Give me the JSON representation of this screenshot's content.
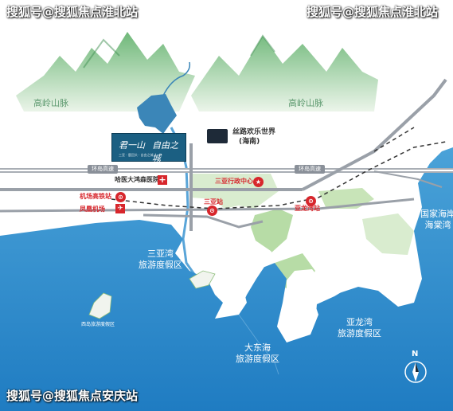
{
  "watermarks": {
    "top_left": "搜狐号@搜狐焦点淮北站",
    "top_right": "搜狐号@搜狐焦点淮北站",
    "bottom_left": "搜狐号@搜狐焦点安庆站"
  },
  "mountains": [
    "高岭山脉",
    "高岭山脉"
  ],
  "brand": {
    "name1": "君一山",
    "name2": "自由之城",
    "sub": "三亚 · 鹿回头 · 自由之城"
  },
  "attractions": {
    "silk_road_line1": "丝路欢乐世界",
    "silk_road_line2": "(海南)"
  },
  "highways": {
    "left": "环岛高速",
    "right": "环岛高速"
  },
  "landmarks": {
    "hospital": "哈医大鸿森医院",
    "airport_rail": "机场高铁站",
    "airport": "凤凰机场",
    "admin_center": "三亚行政中心",
    "sanya_station": "三亚站",
    "yalongwan_station": "亚龙湾站"
  },
  "seas": {
    "sanya_bay_line1": "三亚湾",
    "sanya_bay_line2": "旅游度假区",
    "dadonghai_line1": "大东海",
    "dadonghai_line2": "旅游度假区",
    "yalong_bay_line1": "亚龙湾",
    "yalong_bay_line2": "旅游度假区",
    "haitang_line1": "国家海岸",
    "haitang_line2": "海棠湾",
    "xidao": "西岛旅游度假区"
  },
  "compass": {
    "north": "N"
  },
  "colors": {
    "sea": "#2f8fce",
    "green": "#9fd08c",
    "road": "#8a9099",
    "accent": "#d7262c",
    "river": "#5aa5d8"
  }
}
